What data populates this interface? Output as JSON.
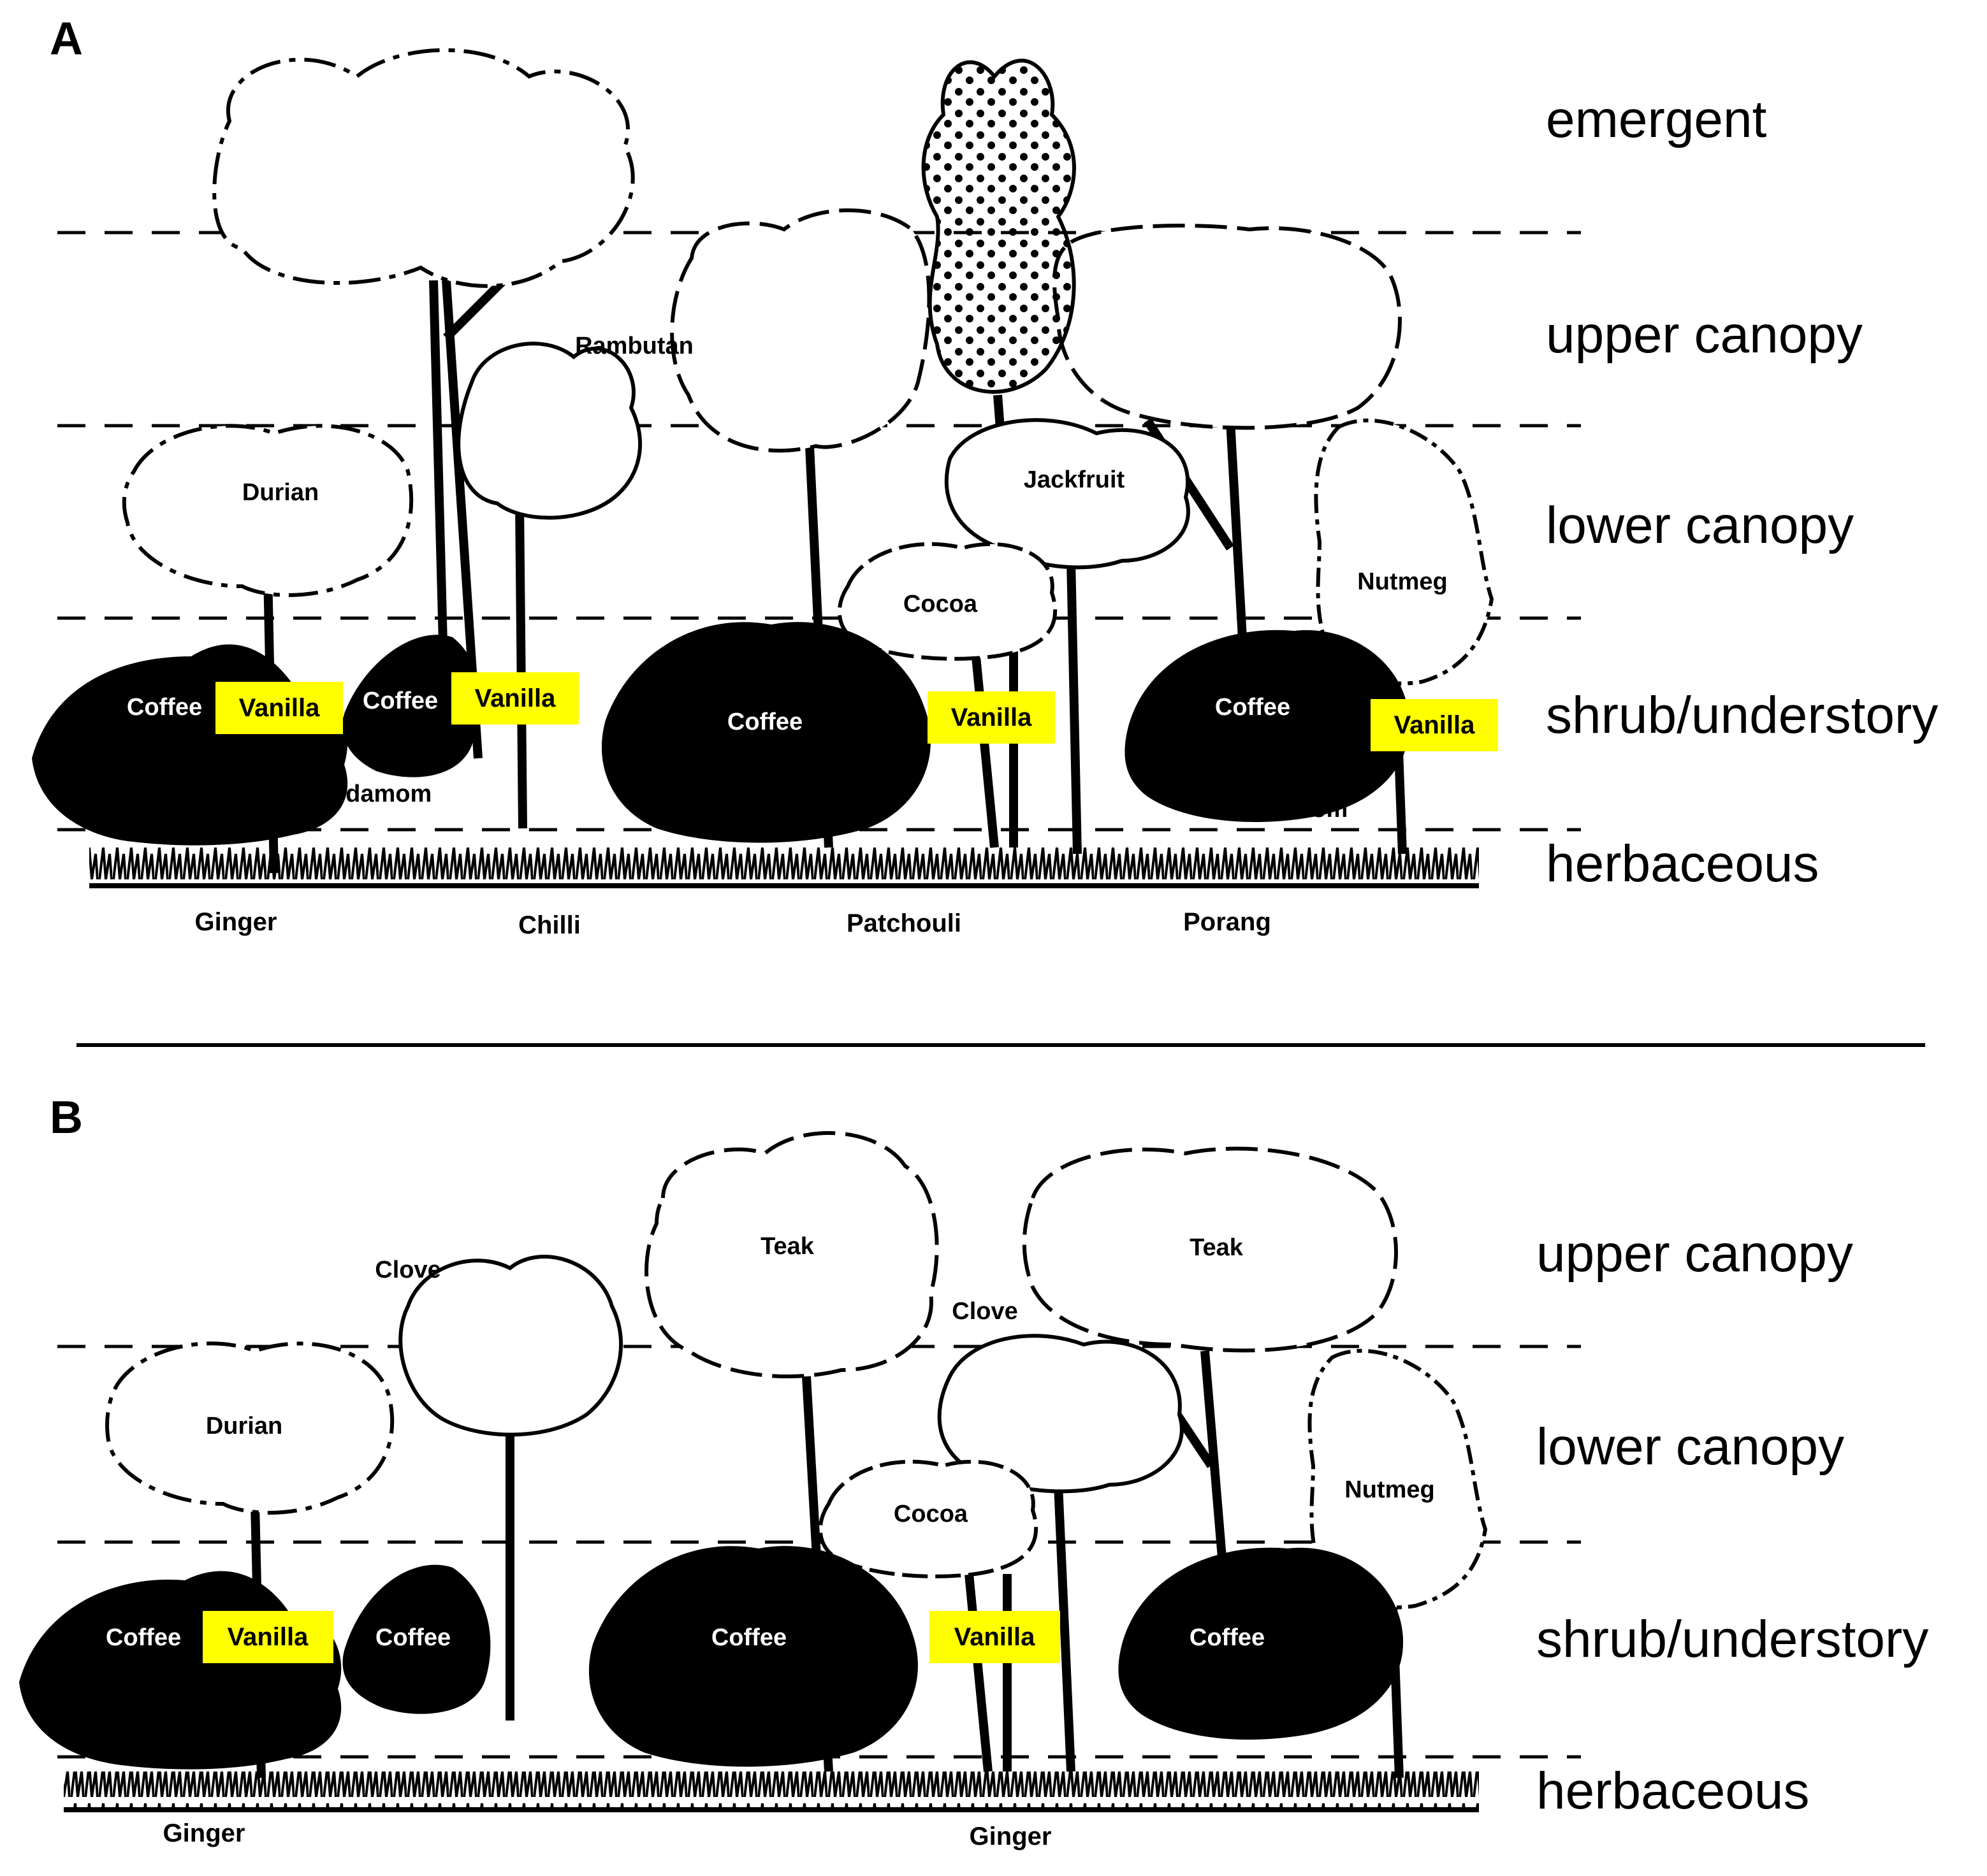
{
  "panels": [
    {
      "letter": "A",
      "layers": [
        "emergent",
        "upper canopy",
        "lower canopy",
        "shrub/understory",
        "herbaceous"
      ],
      "plants": {
        "tree1": "Durian",
        "tree2": "Rambutan",
        "tree3": "Jackfruit",
        "tree4": "Cocoa",
        "tree5": "Nutmeg",
        "shrub1": "Coffee",
        "shrub2": "Coffee",
        "shrub3": "Coffee",
        "shrub4": "Coffee",
        "herb1": "Cardamom",
        "herb2": "Cardamom"
      },
      "vanilla": [
        "Vanilla",
        "Vanilla",
        "Vanilla",
        "Vanilla"
      ],
      "ground_labels": [
        "Ginger",
        "Chilli",
        "Patchouli",
        "Porang"
      ]
    },
    {
      "letter": "B",
      "layers": [
        "upper canopy",
        "lower canopy",
        "shrub/understory",
        "herbaceous"
      ],
      "plants": {
        "tree1": "Teak",
        "tree2": "Teak",
        "tree3": "Clove",
        "tree4": "Clove",
        "tree5": "Durian",
        "tree6": "Cocoa",
        "tree7": "Nutmeg",
        "shrub1": "Coffee",
        "shrub2": "Coffee",
        "shrub3": "Coffee",
        "shrub4": "Coffee"
      },
      "vanilla": [
        "Vanilla",
        "Vanilla"
      ],
      "ground_labels": [
        "Ginger",
        "Ginger"
      ]
    }
  ],
  "colors": {
    "ink": "#000000",
    "vanilla_highlight": "#ffff00"
  }
}
